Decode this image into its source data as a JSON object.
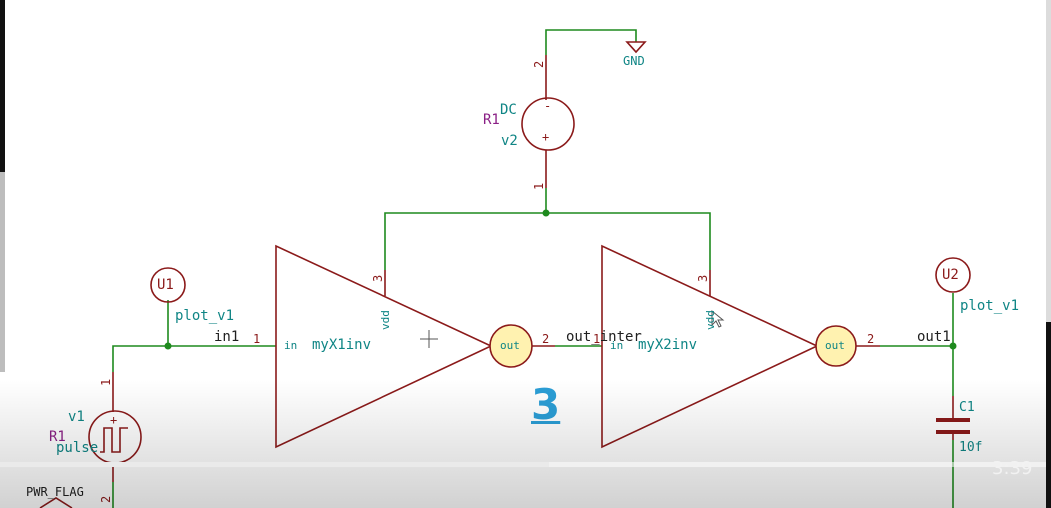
{
  "schematic": {
    "ground": {
      "label": "GND"
    },
    "dc_source": {
      "ref": "R1",
      "type": "DC",
      "name": "v2",
      "minus": "-",
      "plus": "+",
      "pin_top": "2",
      "pin_bottom": "1"
    },
    "pulse_source": {
      "ref": "R1",
      "name": "v1",
      "value": "pulse",
      "plus": "+",
      "pin_top": "1",
      "pin_bottom": "2"
    },
    "power_flag": {
      "label": "PWR_FLAG"
    },
    "probe_u1": {
      "ref": "U1",
      "net": "plot_v1"
    },
    "probe_u2": {
      "ref": "U2",
      "net": "plot_v1"
    },
    "net_in1": "in1",
    "net_out_inter": "out_inter",
    "net_out1": "out1",
    "inverter_x1": {
      "name": "myX1inv",
      "in_pin": "in",
      "vdd_pin": "vdd",
      "out_pin": "out",
      "pin_in_num": "1",
      "pin_vdd_num": "3",
      "pin_out_num": "2"
    },
    "inverter_x2": {
      "name": "myX2inv",
      "in_pin": "in",
      "vdd_pin": "vdd",
      "out_pin": "out",
      "pin_in_num": "1",
      "pin_vdd_num": "3",
      "pin_out_num": "2"
    },
    "capacitor": {
      "ref": "C1",
      "value": "10f"
    }
  },
  "overlay": {
    "step_number": "3"
  },
  "video": {
    "timecode": "3:39",
    "progress": 0.525
  },
  "colors": {
    "wire": "#1e8a1e",
    "component": "#8b1a1a",
    "label": "#0f8585",
    "ref": "#8a1f85",
    "pin_fill": "#fff2b0",
    "step": "#2b9ed6"
  }
}
